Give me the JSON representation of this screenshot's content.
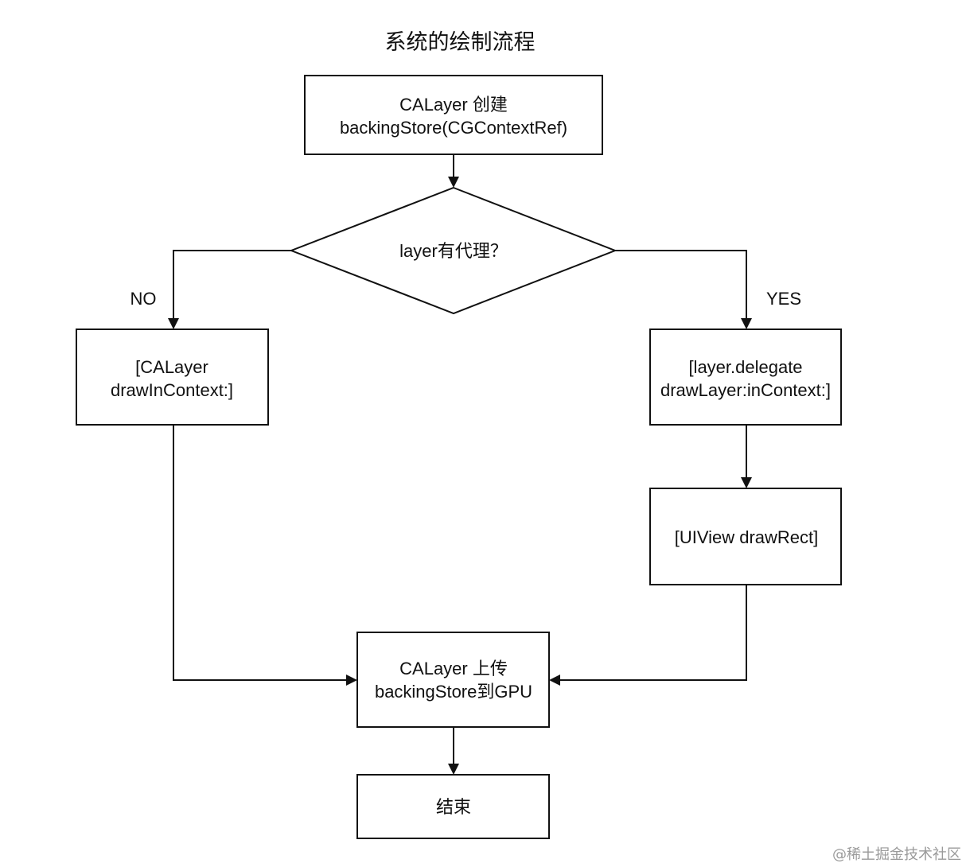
{
  "title": "系统的绘制流程",
  "nodes": {
    "create": {
      "lines": [
        "CALayer 创建",
        "backingStore(CGContextRef)"
      ]
    },
    "decision": {
      "lines": [
        "layer有代理？"
      ]
    },
    "draw_in_context": {
      "lines": [
        "[CALayer",
        "drawInContext:]"
      ]
    },
    "delegate_draw": {
      "lines": [
        "[layer.delegate",
        "drawLayer:inContext:]"
      ]
    },
    "uiview_draw_rect": {
      "lines": [
        "[UIView drawRect]"
      ]
    },
    "upload": {
      "lines": [
        "CALayer 上传",
        "backingStore到GPU"
      ]
    },
    "end": {
      "lines": [
        "结束"
      ]
    }
  },
  "edge_labels": {
    "no": "NO",
    "yes": "YES"
  },
  "colors": {
    "stroke": "#111111",
    "text": "#111111",
    "highlight_text": "#ff4fc3",
    "watermark": "#9a9a9a"
  },
  "watermark": "@稀土掘金技术社区"
}
